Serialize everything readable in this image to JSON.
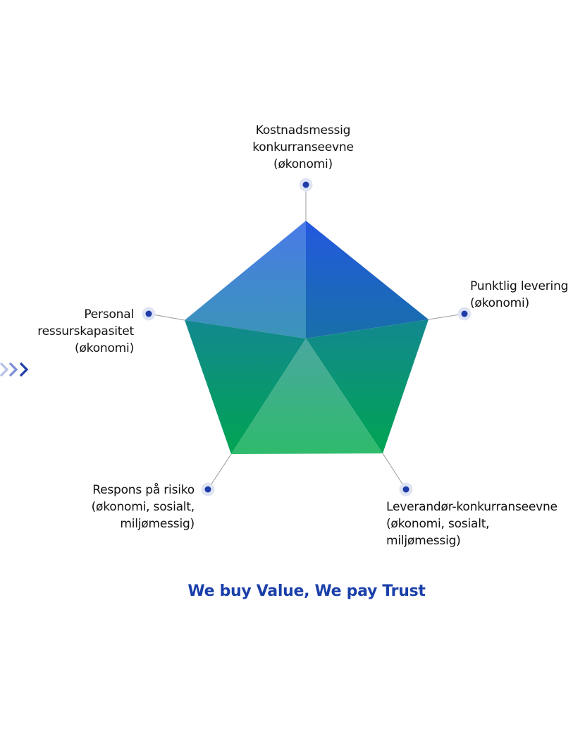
{
  "diagram": {
    "axes": [
      {
        "id": "top",
        "label": "Kostnadsmessig\nkonkurranseevne\n(økonomi)"
      },
      {
        "id": "right",
        "label": "Punktlig levering\n(økonomi)"
      },
      {
        "id": "lower-right",
        "label": "Leverandør-konkurranseevne\n(økonomi, sosialt,\n miljømessig)"
      },
      {
        "id": "lower-left",
        "label": "Respons på risiko\n(økonomi, sosialt,\nmiljømessig)"
      },
      {
        "id": "left",
        "label": "Personal\nressurskapasitet\n(økonomi)"
      }
    ]
  },
  "tagline": "We buy Value, We pay Trust",
  "icons": {
    "chevrons": "triple-chevron-right-icon",
    "marker": "dot-marker-icon"
  },
  "colors": {
    "accent_blue": "#1a3faa",
    "marker_dot": "#1f3da8",
    "marker_halo": "#dfe4f4",
    "spoke": "#9a9a9a",
    "gradient_blue": "#2a5fe0",
    "gradient_teal": "#138a92",
    "gradient_green": "#00a454",
    "gradient_light_green": "#2fba6e"
  }
}
